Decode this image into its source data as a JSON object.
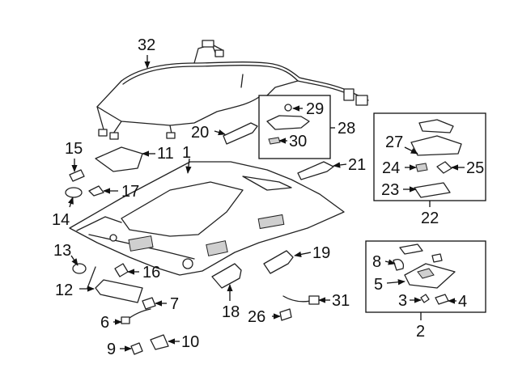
{
  "callouts": {
    "c1": "1",
    "c2": "2",
    "c3": "3",
    "c4": "4",
    "c5": "5",
    "c6": "6",
    "c7": "7",
    "c8": "8",
    "c9": "9",
    "c10": "10",
    "c11": "11",
    "c12": "12",
    "c13": "13",
    "c14": "14",
    "c15": "15",
    "c16": "16",
    "c17": "17",
    "c18": "18",
    "c19": "19",
    "c20": "20",
    "c21": "21",
    "c22": "22",
    "c23": "23",
    "c24": "24",
    "c25": "25",
    "c26": "26",
    "c27": "27",
    "c28": "28",
    "c29": "29",
    "c30": "30",
    "c31": "31",
    "c32": "32"
  }
}
